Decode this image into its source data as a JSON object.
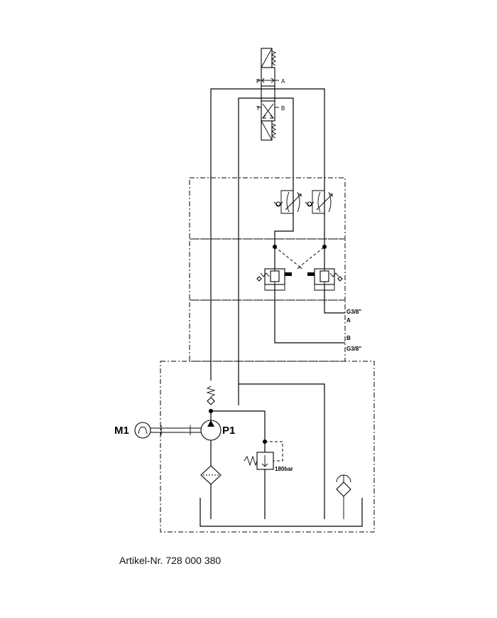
{
  "valve_ports": {
    "p": "P",
    "a": "A",
    "t": "T",
    "b": "B"
  },
  "outlets": {
    "a_thread": "G3/8\"",
    "a": "A",
    "b": "B",
    "b_thread": "G3/8\""
  },
  "motor_label": "M1",
  "pump_label": "P1",
  "relief_setting": "180bar",
  "article_number": "Artikel-Nr. 728 000 380"
}
